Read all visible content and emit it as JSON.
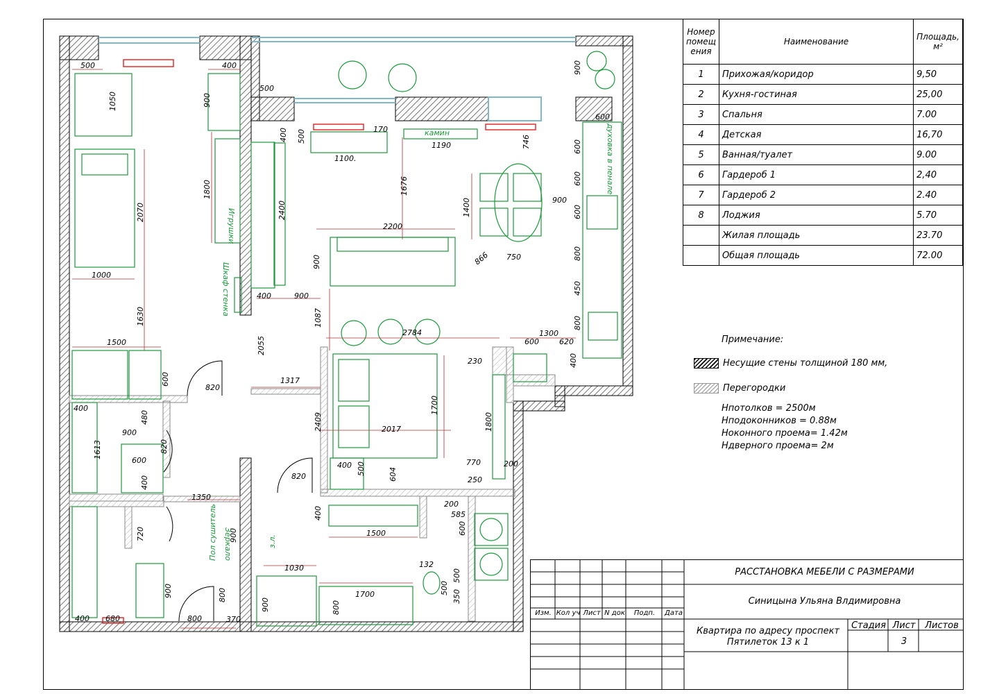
{
  "room_table": {
    "headers": {
      "number": "Номер помещ ения",
      "name": "Наименование",
      "area": "Площадь, м²"
    },
    "rows": [
      {
        "num": "1",
        "name": "Прихожая/коридор",
        "area": "9,50"
      },
      {
        "num": "2",
        "name": "Кухня-гостиная",
        "area": "25,00"
      },
      {
        "num": "3",
        "name": "Спальня",
        "area": "7.00"
      },
      {
        "num": "4",
        "name": "Детская",
        "area": "16,70"
      },
      {
        "num": "5",
        "name": "Ванная/туалет",
        "area": "9.00"
      },
      {
        "num": "6",
        "name": "Гардероб 1",
        "area": "2,40"
      },
      {
        "num": "7",
        "name": "Гардероб 2",
        "area": "2.40"
      },
      {
        "num": "8",
        "name": "Лоджия",
        "area": "5.70"
      },
      {
        "num": "",
        "name": "Жилая площадь",
        "area": "23.70"
      },
      {
        "num": "",
        "name": "Общая площадь",
        "area": "72.00"
      }
    ]
  },
  "notes": {
    "title": "Примечание:",
    "bearing_walls": "Несущие стены толщиной 180 мм,",
    "partitions": "Перегородки",
    "params": [
      "Нпотолков = 2500м",
      "Нподоконников = 0.88м",
      "Ноконного проема= 1.42м",
      "Ндверного проема= 2м"
    ]
  },
  "title_block": {
    "title": "РАССТАНОВКА МЕБЕЛИ С РАЗМЕРАМИ",
    "author": "Синицына Ульяна Влдимировна",
    "address": "Квартира по адресу проспект Пятилеток 13 к 1",
    "columns": [
      "Изм.",
      "Кол уч",
      "Лист",
      "N док",
      "Подп.",
      "Дата"
    ],
    "stage_label": "Стадия",
    "sheet_label": "Лист",
    "sheets_label": "Листов",
    "sheet_value": "3"
  },
  "plan_labels": {
    "fireplace": "камин",
    "toys": "Игрушки",
    "wardrobe_wall": "Шкаф стенка",
    "fridge": "духовка в пенале",
    "mirror": "Зеркало",
    "towel_dryer": "Пол сушитель",
    "towel_dryer_2": "з.л."
  },
  "dimensions": [
    "500",
    "400",
    "500",
    "1050",
    "900",
    "900",
    "400",
    "500",
    "170",
    "600",
    "1190",
    "746",
    "1100",
    "600",
    "1800",
    "2400",
    "1676",
    "2070",
    "1400",
    "900",
    "600",
    "2200",
    "900",
    "866",
    "750",
    "800",
    "1000",
    "400",
    "900",
    "450",
    "1087",
    "1300",
    "600",
    "620",
    "800",
    "400",
    "2784",
    "230",
    "1630",
    "2055",
    "1500",
    "600",
    "820",
    "1317",
    "1700",
    "1800",
    "2017",
    "400",
    "480",
    "900",
    "2409",
    "820",
    "600",
    "770",
    "200",
    "400",
    "604",
    "500",
    "250",
    "400",
    "1613",
    "1350",
    "820",
    "200",
    "585",
    "400",
    "720",
    "600",
    "1500",
    "900",
    "132",
    "1030",
    "1700",
    "500",
    "500",
    "350",
    "400",
    "680",
    "800",
    "370",
    "900",
    "800",
    "900",
    "800"
  ],
  "colors": {
    "furniture": "#1a9a3a",
    "walls": "#000000",
    "radiator": "#e02020",
    "window": "#7fb8c8"
  }
}
